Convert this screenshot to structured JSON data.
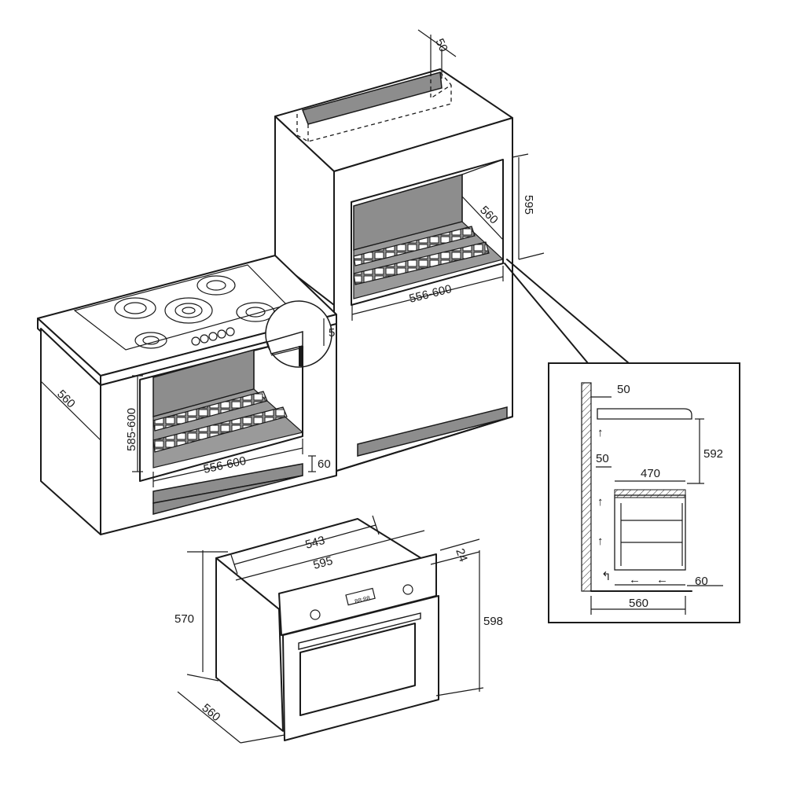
{
  "dimensions": {
    "tall_top_gap": "50",
    "tall_height": "595",
    "tall_depth": "560",
    "tall_width": "556-600",
    "counter_gap": "5",
    "counter_depth": "560",
    "counter_height": "585-600",
    "counter_width": "556-600",
    "counter_vent": "60",
    "detail_top_gap": "50",
    "detail_side_gap": "50",
    "detail_height": "592",
    "detail_width": "470",
    "detail_bottom_gap": "60",
    "detail_depth": "560",
    "oven_inner_width": "543",
    "oven_width": "595",
    "oven_panel": "24",
    "oven_height_body": "570",
    "oven_height_total": "598",
    "oven_depth": "560"
  },
  "oven_display": "88:88"
}
